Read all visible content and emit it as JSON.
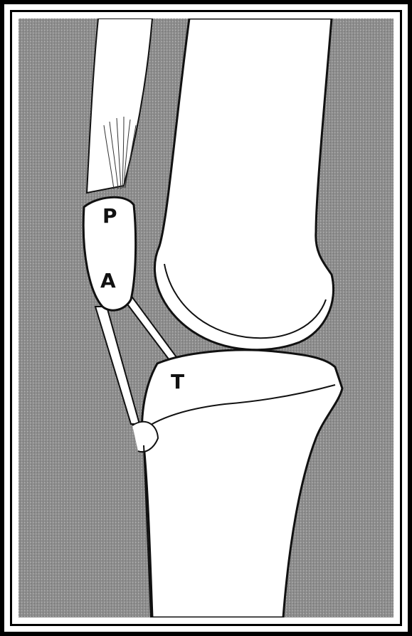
{
  "colors": {
    "frame": "#000000",
    "background_tone": "#8f8f8f",
    "bone": "#ffffff",
    "outline": "#111111"
  },
  "labels": {
    "p": "P",
    "a": "A",
    "t": "T"
  }
}
